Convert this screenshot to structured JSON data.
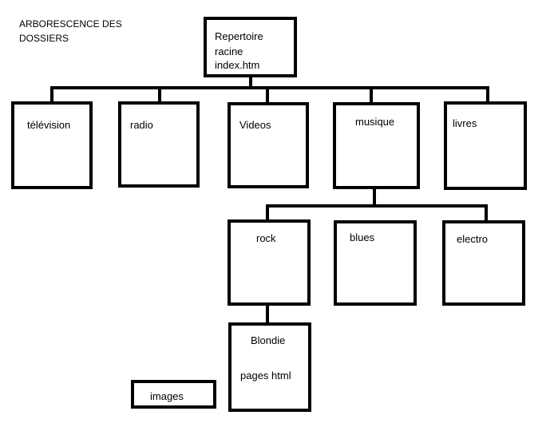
{
  "title": {
    "line1": "ARBORESCENCE DES",
    "line2": "DOSSIERS"
  },
  "root": {
    "line1": "Repertoire",
    "line2": "racine",
    "line3": "index.htm"
  },
  "level1": {
    "television": "télévision",
    "radio": "radio",
    "videos": "Videos",
    "musique": "musique",
    "livres": "livres"
  },
  "level2": {
    "rock": "rock",
    "blues": "blues",
    "electro": "electro"
  },
  "blondie": {
    "line1": "Blondie",
    "line2": "pages html"
  },
  "images": "images"
}
